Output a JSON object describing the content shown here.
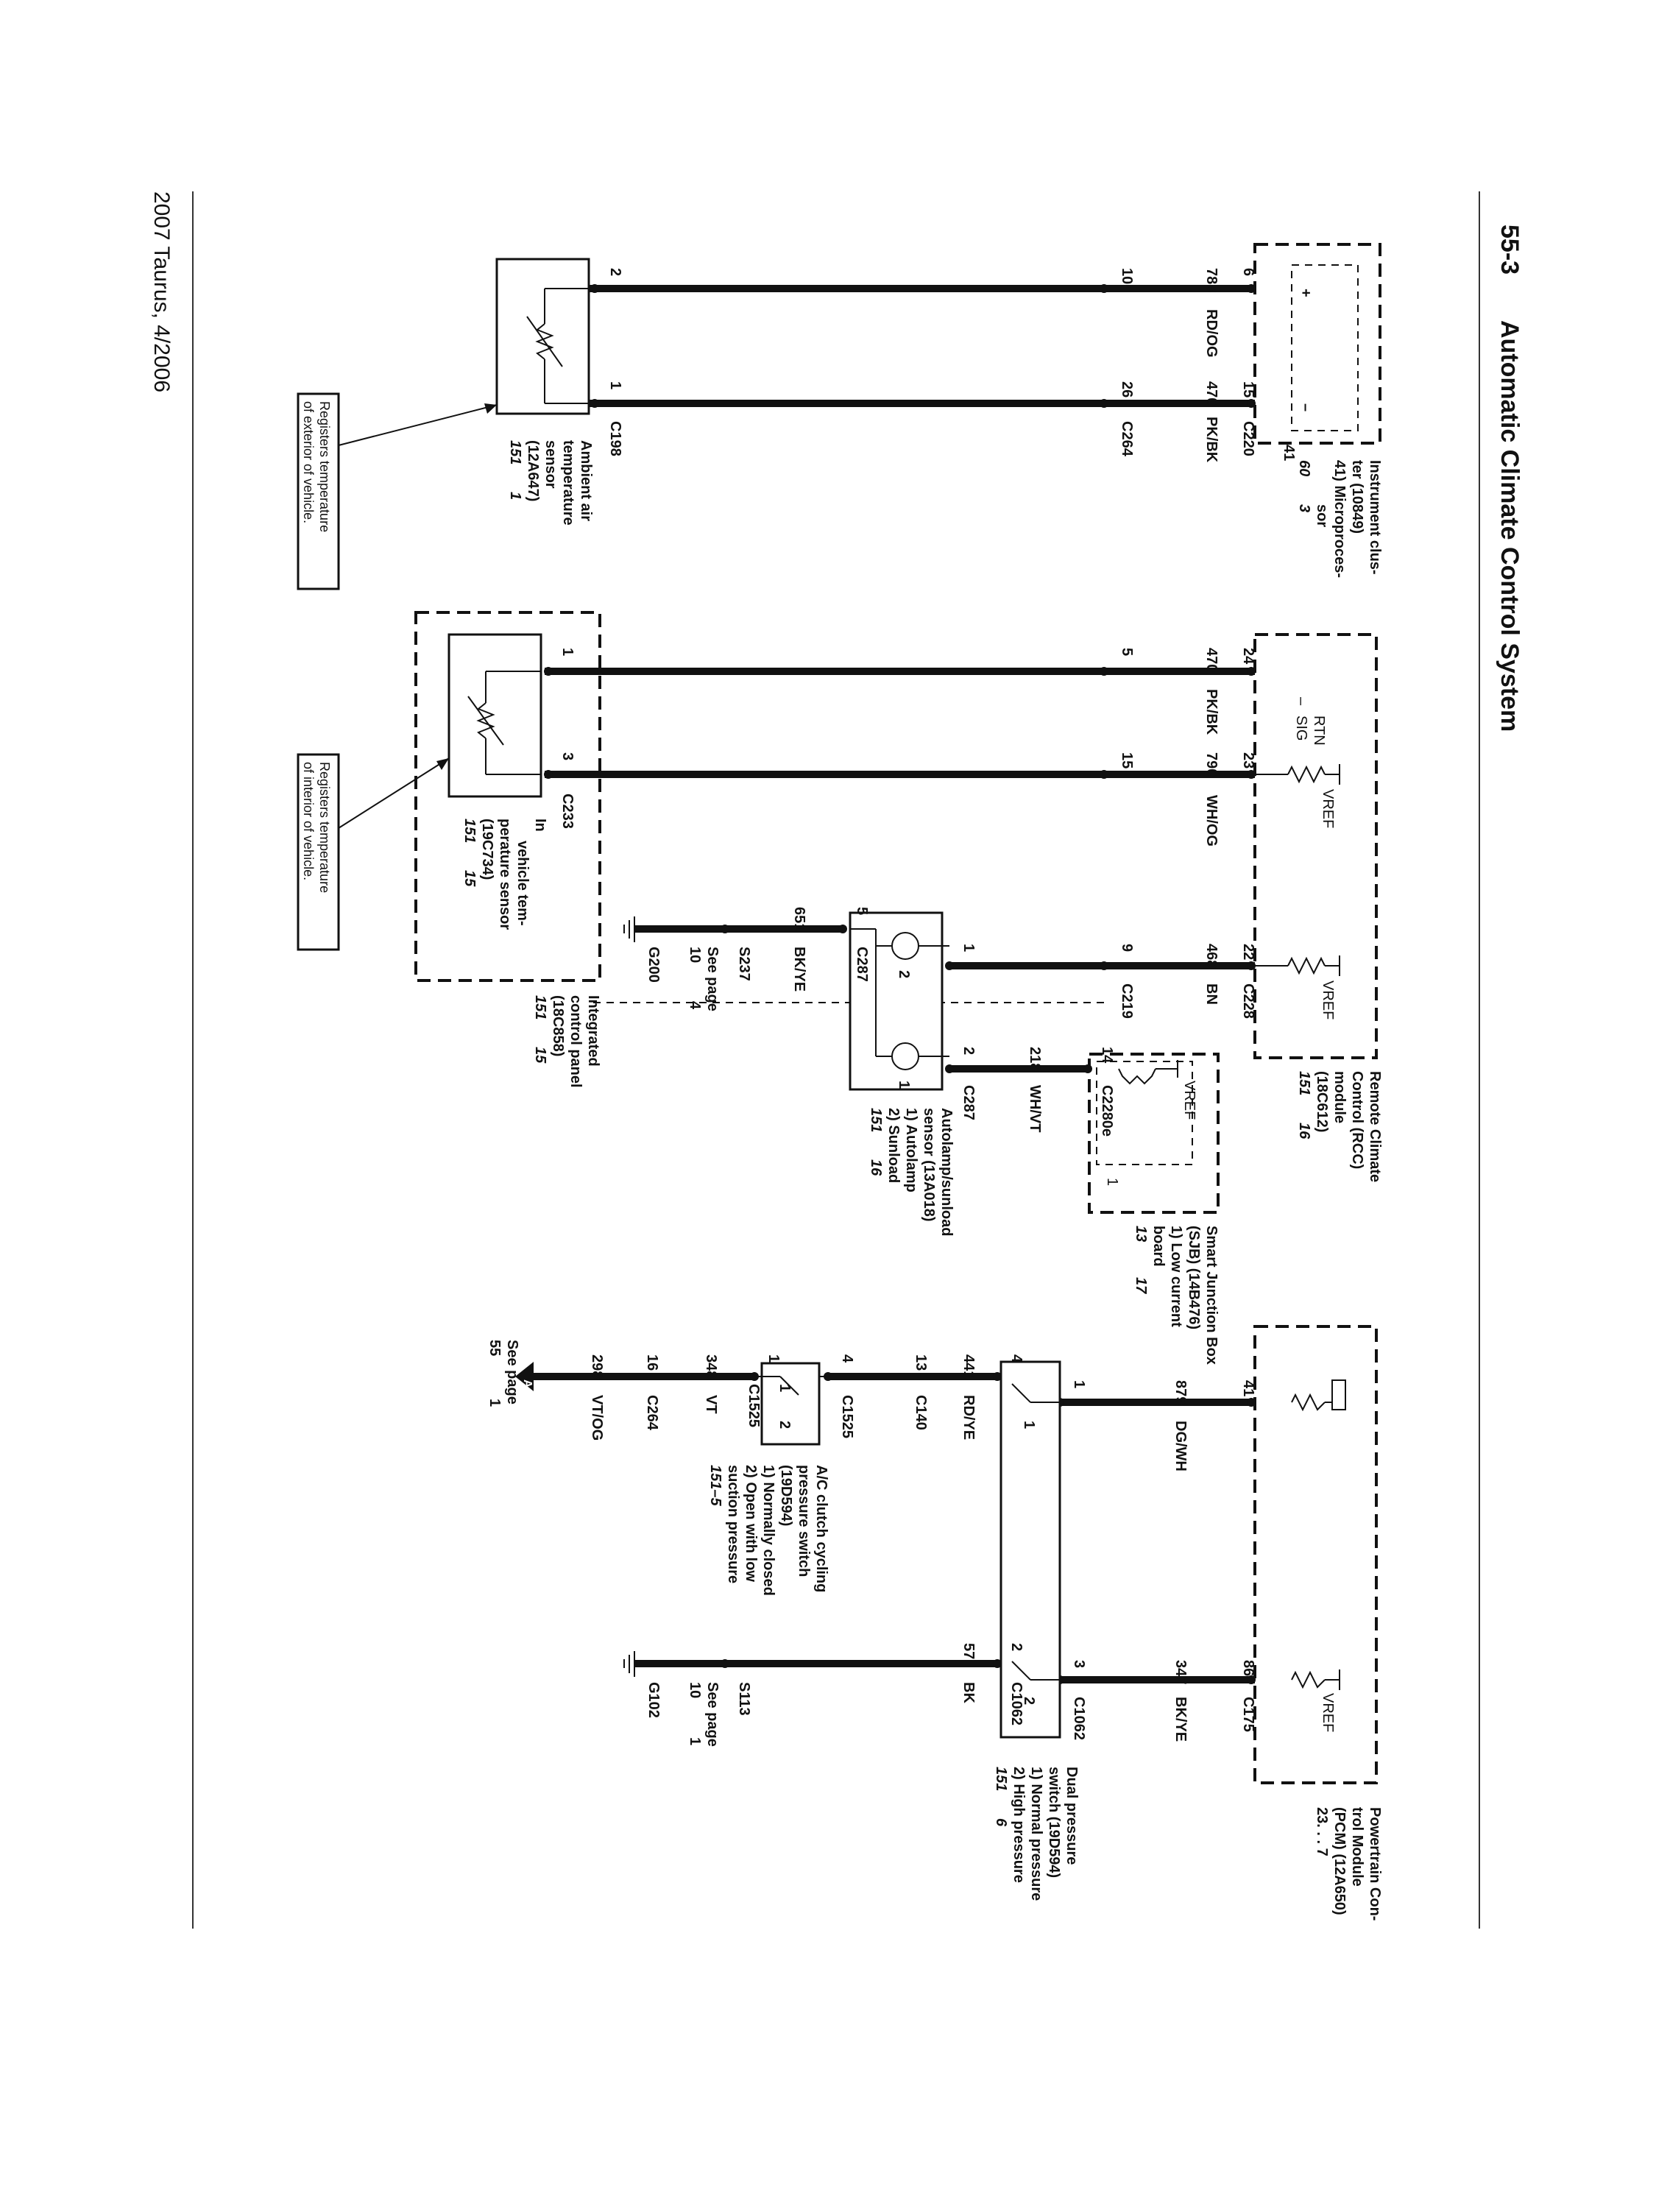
{
  "header": {
    "page_number": "55-3",
    "title": "Automatic Climate Control System"
  },
  "footer": {
    "vehicle": "2007 Taurus, 4/2006"
  },
  "components": {
    "ipc": {
      "lines": [
        "Instrument clus-",
        "ter (10849)",
        "41) Microproces-",
        "sor"
      ],
      "ref_a": "60",
      "ref_b": "3",
      "plus": "+",
      "minus": "–",
      "pin41": "41"
    },
    "rcc": {
      "lines": [
        "Remote Climate",
        "Control (RCC)",
        "module",
        "(18C612)"
      ],
      "ref_a": "151",
      "ref_b": "16",
      "sig_rtn_a": "SIG",
      "sig_rtn_b": "RTN",
      "vref_1": "VREF",
      "vref_2": "VREF",
      "minus": "–"
    },
    "ambient": {
      "lines": [
        "Ambient air",
        "temperature",
        "sensor",
        "(12A647)"
      ],
      "ref_a": "151",
      "ref_b": "1",
      "callout": [
        "Registers temperature",
        "of exterior of vehicle."
      ]
    },
    "in_vehicle": {
      "lines": [
        "In",
        "vehicle tem-",
        "perature sensor",
        "(19C734)"
      ],
      "ref_a": "151",
      "ref_b": "15",
      "callout": [
        "Registers temperature",
        "of interior of vehicle."
      ]
    },
    "icp": {
      "lines": [
        "Integrated",
        "control panel",
        "(18C858)"
      ],
      "ref_a": "151",
      "ref_b": "15"
    },
    "sjb": {
      "lines": [
        "Smart Junction Box",
        "(SJB) (14B476)",
        "1)  Low current",
        "     board"
      ],
      "ref_a": "13",
      "ref_b": "17",
      "vref": "VREF",
      "pin1": "1"
    },
    "autolamp": {
      "lines": [
        "Autolamp/sunload",
        "sensor (13A018)",
        "1)  Autolamp",
        "2)  Sunload"
      ],
      "ref_a": "151",
      "ref_b": "16",
      "e1": "1",
      "e2": "2"
    },
    "pcm": {
      "lines": [
        "Powertrain Con-",
        "trol Module",
        "(PCM) (12A650)"
      ],
      "ref": "23. . . 7",
      "vref": "VREF"
    },
    "dual_pressure": {
      "lines": [
        "Dual pressure",
        "switch (19D594)",
        "1)  Normal pressure",
        "2)  High pressure"
      ],
      "ref_a": "151",
      "ref_b": "6",
      "s1": "1",
      "s2": "2"
    },
    "ac_clutch": {
      "lines": [
        "A/C clutch cycling",
        "pressure switch",
        "(19D594)",
        "1)  Normally closed",
        "2)  Open with low",
        "     suction pressure"
      ],
      "ref": "151–5",
      "s1": "1",
      "s2": "2"
    }
  },
  "circuits": [
    {
      "id": "c1",
      "num": "788",
      "color": "RD/OG",
      "pin_top": "6",
      "pin_mid": "10",
      "pin_bottom": "2"
    },
    {
      "id": "c2",
      "num": "470",
      "color": "PK/BK",
      "pin_top": "15",
      "pin_mid": "26",
      "pin_bottom": "1",
      "conn_top": "C220",
      "conn_mid": "C264",
      "conn_bottom": "C198"
    },
    {
      "id": "c3",
      "num": "470",
      "color": "PK/BK",
      "pin_top": "24",
      "pin_mid": "5",
      "pin_bottom": "1"
    },
    {
      "id": "c4",
      "num": "790",
      "color": "WH/OG",
      "pin_top": "23",
      "pin_mid": "15",
      "pin_bottom": "3",
      "conn_bottom": "C233"
    },
    {
      "id": "c5",
      "num": "468",
      "color": "BN",
      "pin_top": "22",
      "pin_mid": "9",
      "pin_bottom": "1",
      "conn_top": "C228",
      "conn_mid": "C219"
    },
    {
      "id": "c6",
      "num": "651",
      "color": "BK/YE",
      "pin": "5",
      "conn": "C287",
      "splice": "S237",
      "see_page": "See page",
      "sp_a": "10",
      "sp_b": "4",
      "ground": "G200"
    },
    {
      "id": "c7",
      "num": "218",
      "color": "WH/VT",
      "pin_top": "14",
      "pin_bottom": "2",
      "conn_top": "C2280e",
      "conn_bottom": "C287"
    },
    {
      "id": "c8",
      "num": "879",
      "color": "DG/WH",
      "pin_top": "41",
      "pin_bottom": "1"
    },
    {
      "id": "c9",
      "num": "441",
      "color": "RD/YE",
      "pin_top": "4",
      "pin_bottom": "13",
      "conn": "C140"
    },
    {
      "id": "c10",
      "num": "348",
      "color": "VT",
      "pin_top": "4",
      "pin_bottom": "1",
      "conn_top": "C1525",
      "conn_bottom": "C1525"
    },
    {
      "id": "c11",
      "num": "298",
      "color": "VT/OG",
      "pin": "16",
      "conn": "C264",
      "see_page": "See page",
      "sp_a": "55",
      "sp_b": "1",
      "off_page": "A"
    },
    {
      "id": "c12",
      "num": "347",
      "color": "BK/YE",
      "pin_top": "86",
      "pin_bottom": "3",
      "conn_top": "C175",
      "conn_bottom": "C1062"
    },
    {
      "id": "c13",
      "num": "57",
      "color": "BK",
      "pin": "2",
      "conn": "C1062",
      "splice": "S113",
      "see_page": "See page",
      "sp_a": "10",
      "sp_b": "1",
      "ground": "G102"
    }
  ]
}
